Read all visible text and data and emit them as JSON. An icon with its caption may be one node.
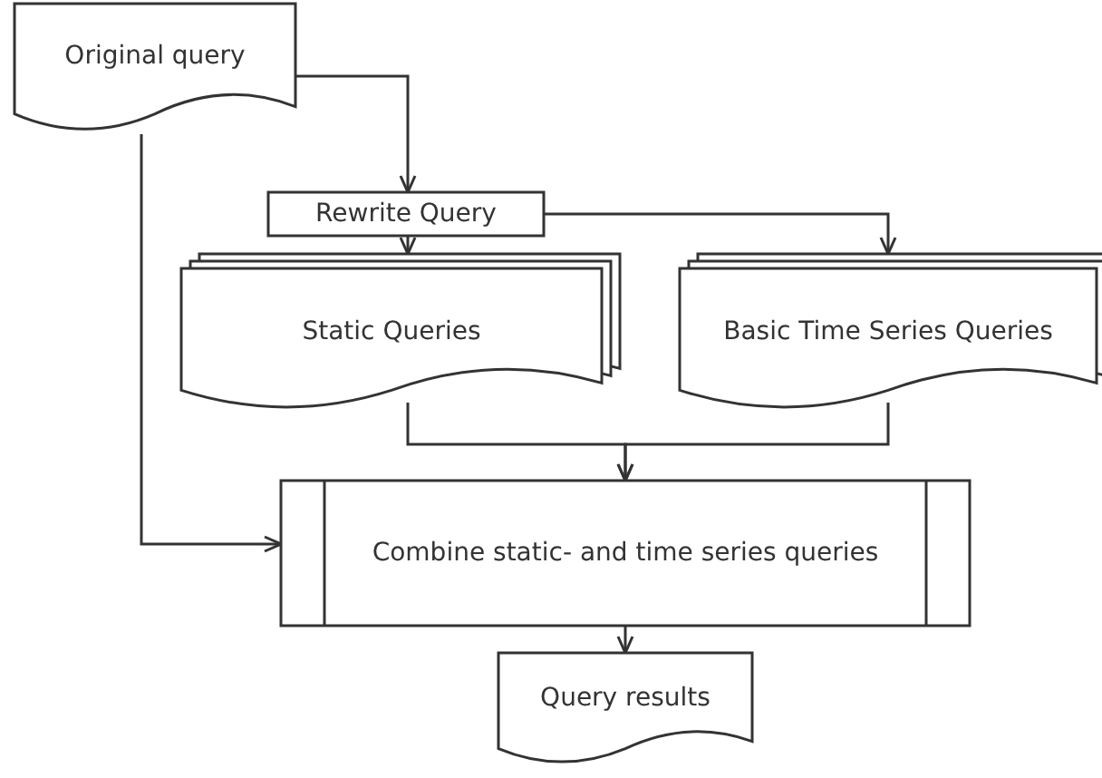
{
  "diagram": {
    "nodes": [
      {
        "text": [
          "Original query"
        ]
      },
      {
        "text": [
          "Rewrite Query"
        ]
      },
      {
        "text": [
          "Static Queries"
        ]
      },
      {
        "text": [
          "Basic Time Series Queries"
        ]
      },
      {
        "text": [
          "Combine static- and time series queries"
        ]
      },
      {
        "text": [
          "Query results"
        ]
      }
    ],
    "edges": [
      {
        "from": 0,
        "to": 1,
        "arrow": "to"
      },
      {
        "from": 1,
        "to": 2,
        "arrow": "to"
      },
      {
        "from": 1,
        "to": 3,
        "arrow": "to"
      },
      {
        "from": 2,
        "to": 4,
        "arrow": "to"
      },
      {
        "from": 3,
        "to": 4,
        "arrow": "to"
      },
      {
        "from": 0,
        "to": 4,
        "arrow": "to"
      },
      {
        "from": 4,
        "to": 5,
        "arrow": "to"
      }
    ]
  }
}
